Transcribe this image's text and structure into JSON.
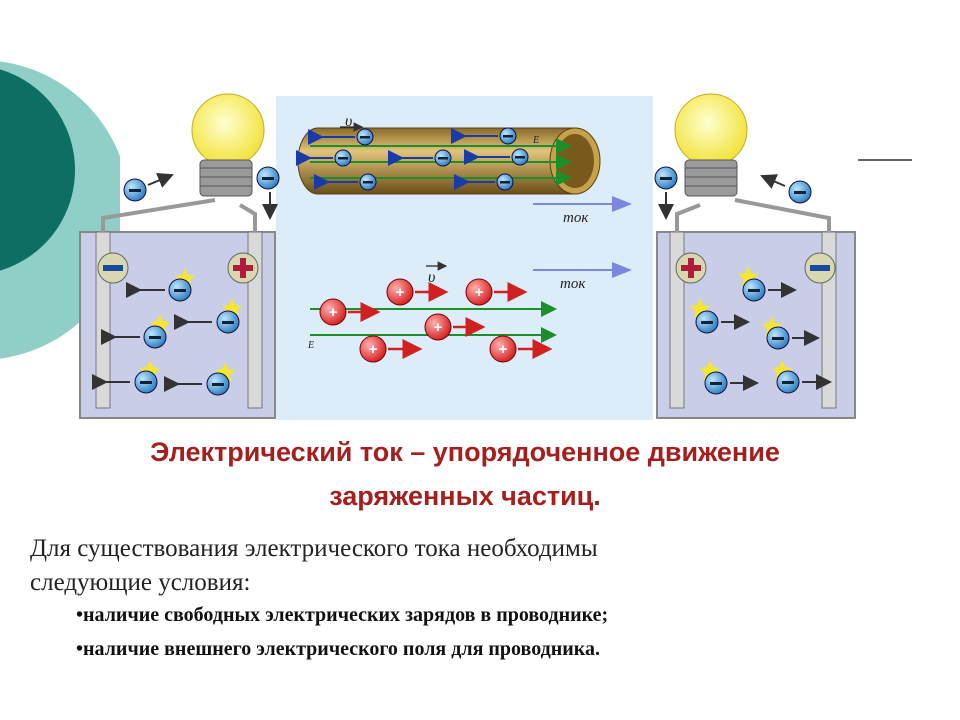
{
  "diagram": {
    "labels": {
      "v": "υ",
      "E": "E",
      "current": "ток"
    },
    "signs": {
      "minus": "−",
      "plus": "+"
    }
  },
  "text": {
    "title_line1": "Электрический ток – упорядоченное движение",
    "title_line2": "заряженных частиц.",
    "intro_line1": "Для существования электрического тока необходимы",
    "intro_line2": "следующие условия:",
    "bullets": [
      "•наличие свободных электрических зарядов в проводнике;",
      "•наличие внешнего электрического поля для проводника."
    ]
  },
  "colors": {
    "title": "#a51f1f",
    "panel": "#dcecf8",
    "decor_dark": "#0f6e63",
    "decor_light": "#8fcfc8",
    "arrow_blue": "#1a3aa8",
    "arrow_green": "#1d8f2a",
    "arrow_red": "#d02020"
  }
}
